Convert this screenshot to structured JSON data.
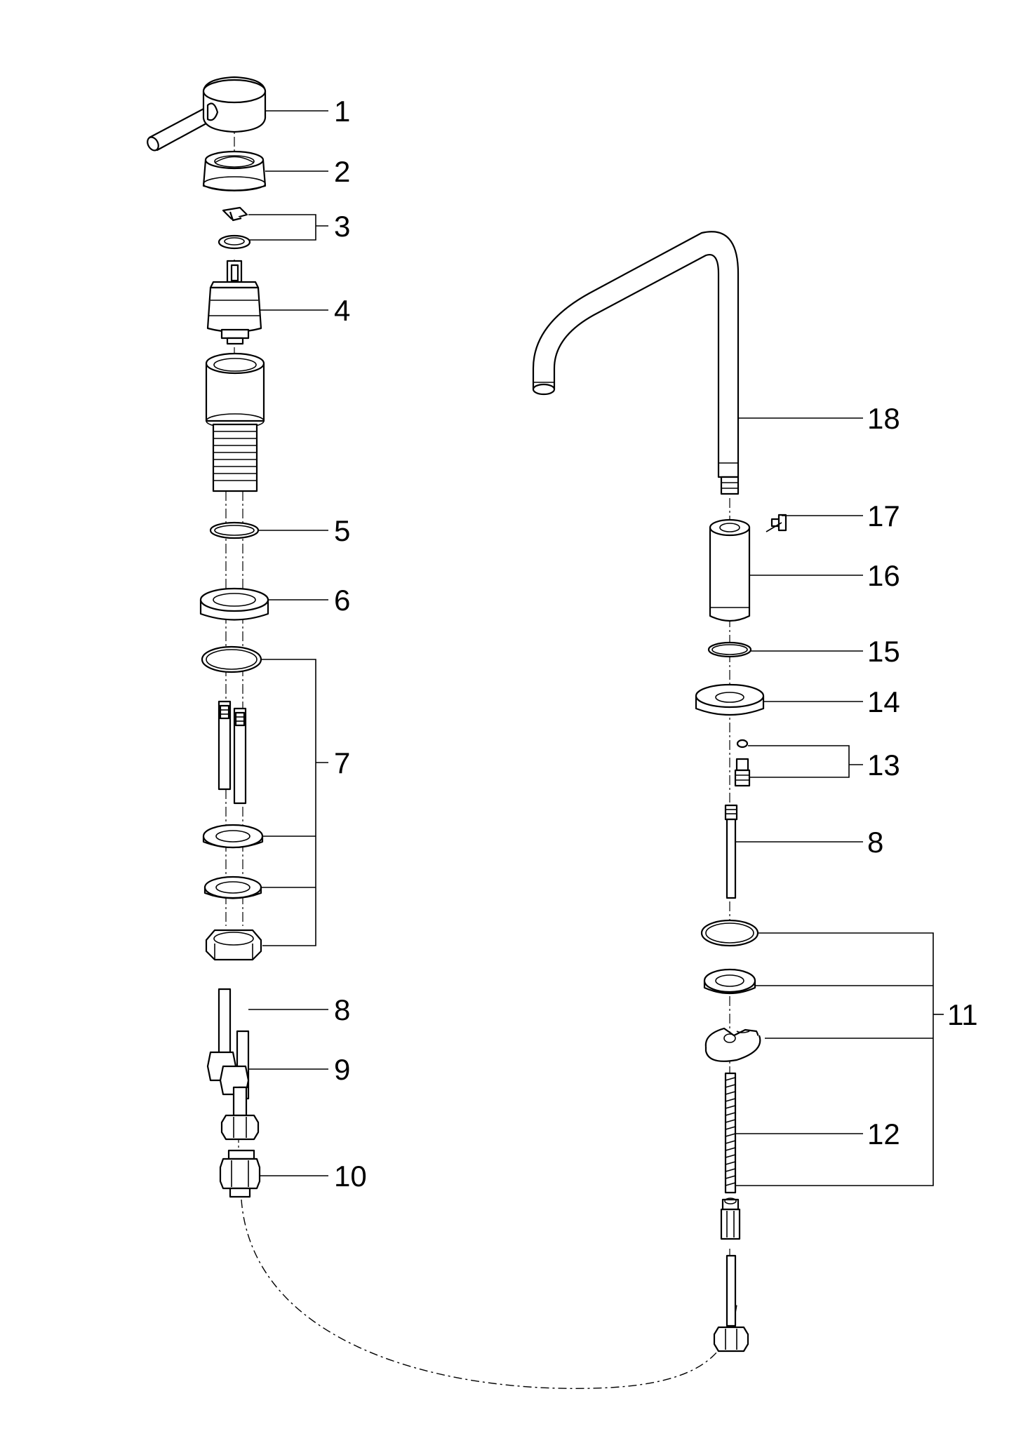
{
  "diagram": {
    "labels": {
      "p1": "1",
      "p2": "2",
      "p3": "3",
      "p4": "4",
      "p5": "5",
      "p6": "6",
      "p7": "7",
      "p8_left": "8",
      "p9": "9",
      "p10": "10",
      "p18": "18",
      "p17": "17",
      "p16": "16",
      "p15": "15",
      "p14": "14",
      "p13": "13",
      "p8_right": "8",
      "p11": "11",
      "p12": "12"
    },
    "line_color": "#000000",
    "background": "#ffffff"
  }
}
